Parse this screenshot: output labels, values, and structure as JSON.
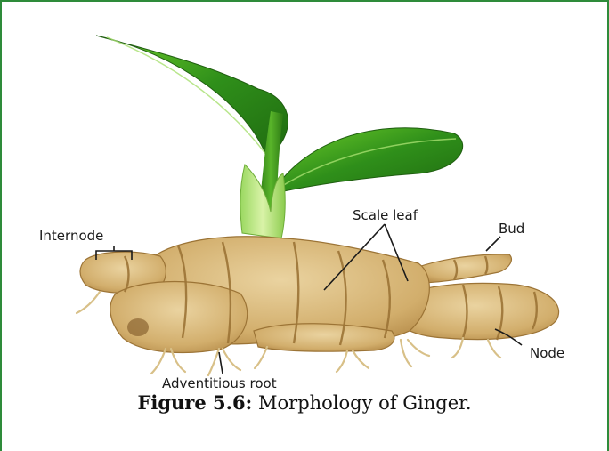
{
  "labels": {
    "internode": "Internode",
    "scale_leaf": "Scale leaf",
    "bud": "Bud",
    "node": "Node",
    "adventitious_root": "Adventitious root"
  },
  "caption": {
    "prefix": "Figure 5.6:",
    "text": " Morphology of Ginger."
  },
  "colors": {
    "frame": "#2e8b3a",
    "leaf": "#3a9a1e",
    "rhizome": "#d8b878",
    "ring": "#9c7436"
  }
}
